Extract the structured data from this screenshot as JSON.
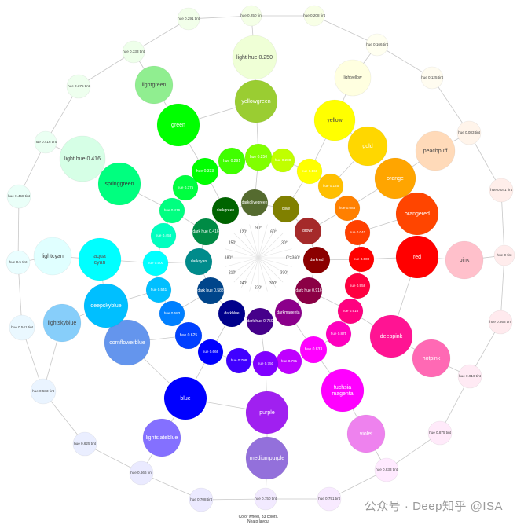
{
  "caption": {
    "line1": "Color wheel, 33 colors.",
    "line2": "Neato layout"
  },
  "watermark": "公众号 · Deep知乎 @ISA",
  "degree_labels": [
    "0°=360°",
    "30°",
    "60°",
    "90°",
    "120°",
    "150°",
    "180°",
    "210°",
    "240°",
    "270°",
    "300°",
    "330°"
  ],
  "nodes": [
    {
      "id": "n1",
      "label": "darkolivegreen",
      "fill": "#556b2f",
      "text": "#ffffff"
    },
    {
      "id": "n2",
      "label": "olive",
      "fill": "#808000",
      "text": "#ffffff"
    },
    {
      "id": "n3",
      "label": "brown",
      "fill": "#a52a2a",
      "text": "#ffffff"
    },
    {
      "id": "n4",
      "label": "darkred",
      "fill": "#8b0000",
      "text": "#ffffff"
    },
    {
      "id": "n5",
      "label": "dark hue 0.916",
      "fill": "#8b0045",
      "text": "#ffffff"
    },
    {
      "id": "n6",
      "label": "darkmagenta",
      "fill": "#8b008b",
      "text": "#ffffff"
    },
    {
      "id": "n7",
      "label": "dark hue 0.750",
      "fill": "#46008b",
      "text": "#ffffff"
    },
    {
      "id": "n8",
      "label": "darkblue",
      "fill": "#00008b",
      "text": "#ffffff"
    },
    {
      "id": "n9",
      "label": "dark hue 0.583",
      "fill": "#00458b",
      "text": "#ffffff"
    },
    {
      "id": "n10",
      "label": "darkcyan",
      "fill": "#008b8b",
      "text": "#ffffff"
    },
    {
      "id": "n11",
      "label": "dark hue 0.416",
      "fill": "#008b45",
      "text": "#ffffff"
    },
    {
      "id": "n12",
      "label": "darkgreen",
      "fill": "#006400",
      "text": "#ffffff"
    },
    {
      "id": "n13",
      "label": "hue 0.250",
      "fill": "#80ff00",
      "text": "#ffffff"
    },
    {
      "id": "n14",
      "label": "hue 0.208",
      "fill": "#c0ff00",
      "text": "#ffffff"
    },
    {
      "id": "n15",
      "label": "hue 0.166",
      "fill": "#ffff00",
      "text": "#ffffff"
    },
    {
      "id": "n16",
      "label": "hue 0.125",
      "fill": "#ffbf00",
      "text": "#ffffff"
    },
    {
      "id": "n17",
      "label": "hue 0.083",
      "fill": "#ff8000",
      "text": "#ffffff"
    },
    {
      "id": "n18",
      "label": "hue 0.041",
      "fill": "#ff4000",
      "text": "#ffffff"
    },
    {
      "id": "n19",
      "label": "hue 0.000",
      "fill": "#ff0000",
      "text": "#ffffff"
    },
    {
      "id": "n20",
      "label": "hue 0.958",
      "fill": "#ff0040",
      "text": "#ffffff"
    },
    {
      "id": "n21",
      "label": "hue 0.916",
      "fill": "#ff0080",
      "text": "#ffffff"
    },
    {
      "id": "n22",
      "label": "hue 0.875",
      "fill": "#ff00bf",
      "text": "#ffffff"
    },
    {
      "id": "n23",
      "label": "hue 0.833",
      "fill": "#ff00ff",
      "text": "#ffffff"
    },
    {
      "id": "n24",
      "label": "hue 0.791",
      "fill": "#bf00ff",
      "text": "#ffffff"
    },
    {
      "id": "n25",
      "label": "hue 0.750",
      "fill": "#8000ff",
      "text": "#ffffff"
    },
    {
      "id": "n26",
      "label": "hue 0.708",
      "fill": "#4000ff",
      "text": "#ffffff"
    },
    {
      "id": "n27",
      "label": "hue 0.666",
      "fill": "#0000ff",
      "text": "#ffffff"
    },
    {
      "id": "n28",
      "label": "hue 0.625",
      "fill": "#0040ff",
      "text": "#ffffff"
    },
    {
      "id": "n29",
      "label": "hue 0.583",
      "fill": "#0080ff",
      "text": "#ffffff"
    },
    {
      "id": "n30",
      "label": "hue 0.541",
      "fill": "#00bfff",
      "text": "#ffffff"
    },
    {
      "id": "n31",
      "label": "hue 0.500",
      "fill": "#00ffff",
      "text": "#ffffff"
    },
    {
      "id": "n32",
      "label": "hue 0.458",
      "fill": "#00ffbf",
      "text": "#ffffff"
    },
    {
      "id": "n33",
      "label": "hue 0.416",
      "fill": "#00ff80",
      "text": "#ffffff"
    },
    {
      "id": "n34",
      "label": "hue 0.375",
      "fill": "#00ff40",
      "text": "#ffffff"
    },
    {
      "id": "n35",
      "label": "hue 0.333",
      "fill": "#00ff00",
      "text": "#ffffff"
    },
    {
      "id": "n36",
      "label": "hue 0.291",
      "fill": "#40ff00",
      "text": "#ffffff"
    },
    {
      "id": "n37",
      "label": "yellowgreen",
      "fill": "#9acd32",
      "text": "#ffffff"
    },
    {
      "id": "n38",
      "label": "yellow",
      "fill": "#ffff00",
      "text": "#444444"
    },
    {
      "id": "n39",
      "label": "gold",
      "fill": "#ffd700",
      "text": "#ffffff"
    },
    {
      "id": "n40",
      "label": "orange",
      "fill": "#ffa500",
      "text": "#ffffff"
    },
    {
      "id": "n41",
      "label": "orangered",
      "fill": "#ff4500",
      "text": "#ffffff"
    },
    {
      "id": "n42",
      "label": "red",
      "fill": "#ff0000",
      "text": "#ffffff"
    },
    {
      "id": "n43",
      "label": "deeppink",
      "fill": "#ff1493",
      "text": "#ffffff"
    },
    {
      "id": "n44",
      "label": "fuchsia\nmagenta",
      "fill": "#ff00ff",
      "text": "#ffffff"
    },
    {
      "id": "n45",
      "label": "purple",
      "fill": "#a020f0",
      "text": "#ffffff"
    },
    {
      "id": "n46",
      "label": "blue",
      "fill": "#0000ff",
      "text": "#ffffff"
    },
    {
      "id": "n47",
      "label": "cornflowerblue",
      "fill": "#6495ed",
      "text": "#ffffff"
    },
    {
      "id": "n48",
      "label": "deepskyblue",
      "fill": "#00bfff",
      "text": "#ffffff"
    },
    {
      "id": "n49",
      "label": "aqua\ncyan",
      "fill": "#00ffff",
      "text": "#555555"
    },
    {
      "id": "n50",
      "label": "springgreen",
      "fill": "#00ff7f",
      "text": "#333333"
    },
    {
      "id": "n51",
      "label": "green",
      "fill": "#00ff00",
      "text": "#ffffff"
    },
    {
      "id": "n52",
      "label": "light hue 0.250",
      "fill": "#efffd6",
      "text": "#444444"
    },
    {
      "id": "n53",
      "label": "lightgreen",
      "fill": "#90ee90",
      "text": "#444444"
    },
    {
      "id": "n54",
      "label": "lightyellow",
      "fill": "#ffffe0",
      "text": "#444444"
    },
    {
      "id": "n55",
      "label": "peachpuff",
      "fill": "#ffdab9",
      "text": "#444444"
    },
    {
      "id": "n56",
      "label": "pink",
      "fill": "#ffc0cb",
      "text": "#444444"
    },
    {
      "id": "n57",
      "label": "hotpink",
      "fill": "#ff69b4",
      "text": "#ffffff"
    },
    {
      "id": "n58",
      "label": "violet",
      "fill": "#ee82ee",
      "text": "#ffffff"
    },
    {
      "id": "n59",
      "label": "mediumpurple",
      "fill": "#9370db",
      "text": "#ffffff"
    },
    {
      "id": "n60",
      "label": "lightslateblue",
      "fill": "#8470ff",
      "text": "#ffffff"
    },
    {
      "id": "n61",
      "label": "lightskyblue",
      "fill": "#87cefa",
      "text": "#444444"
    },
    {
      "id": "n62",
      "label": "lightcyan",
      "fill": "#e0ffff",
      "text": "#444444"
    },
    {
      "id": "n63",
      "label": "light hue 0.416",
      "fill": "#d6ffe6",
      "text": "#444444"
    },
    {
      "id": "n64",
      "label": "hue 0.250 tint",
      "fill": "#f4ffe6",
      "text": "#444444"
    },
    {
      "id": "n65",
      "label": "hue 0.208 tint",
      "fill": "#f8ffe6",
      "text": "#444444"
    },
    {
      "id": "n66",
      "label": "hue 0.166 tint",
      "fill": "#fffff0",
      "text": "#444444"
    },
    {
      "id": "n67",
      "label": "hue 0.125 tint",
      "fill": "#fffcf0",
      "text": "#444444"
    },
    {
      "id": "n68",
      "label": "hue 0.083 tint",
      "fill": "#fff4ea",
      "text": "#444444"
    },
    {
      "id": "n69",
      "label": "hue 0.041 tint",
      "fill": "#ffeeea",
      "text": "#444444"
    },
    {
      "id": "n70",
      "label": "hue 0 tint",
      "fill": "#ffecec",
      "text": "#444444"
    },
    {
      "id": "n71",
      "label": "hue 0.958 tint",
      "fill": "#ffeaee",
      "text": "#444444"
    },
    {
      "id": "n72",
      "label": "hue 0.916 tint",
      "fill": "#ffeaf4",
      "text": "#444444"
    },
    {
      "id": "n73",
      "label": "hue 0.875 tint",
      "fill": "#ffeafa",
      "text": "#444444"
    },
    {
      "id": "n74",
      "label": "hue 0.833 tint",
      "fill": "#ffeaff",
      "text": "#444444"
    },
    {
      "id": "n75",
      "label": "hue 0.791 tint",
      "fill": "#f8eaff",
      "text": "#444444"
    },
    {
      "id": "n76",
      "label": "hue 0.750 tint",
      "fill": "#f2eaff",
      "text": "#444444"
    },
    {
      "id": "n77",
      "label": "hue 0.708 tint",
      "fill": "#eceaff",
      "text": "#444444"
    },
    {
      "id": "n78",
      "label": "hue 0.666 tint",
      "fill": "#eaeaff",
      "text": "#444444"
    },
    {
      "id": "n79",
      "label": "hue 0.625 tint",
      "fill": "#eaeeff",
      "text": "#444444"
    },
    {
      "id": "n80",
      "label": "hue 0.583 tint",
      "fill": "#eaf4ff",
      "text": "#444444"
    },
    {
      "id": "n81",
      "label": "hue 0.541 tint",
      "fill": "#eaf8ff",
      "text": "#444444"
    },
    {
      "id": "n82",
      "label": "hue 0.5 tint",
      "fill": "#eafeff",
      "text": "#444444"
    },
    {
      "id": "n83",
      "label": "hue 0.458 tint",
      "fill": "#eafff8",
      "text": "#444444"
    },
    {
      "id": "n84",
      "label": "hue 0.416 tint",
      "fill": "#eafff2",
      "text": "#444444"
    },
    {
      "id": "n85",
      "label": "hue 0.375 tint",
      "fill": "#eeffee",
      "text": "#444444"
    },
    {
      "id": "n86",
      "label": "hue 0.333 tint",
      "fill": "#eeffea",
      "text": "#444444"
    },
    {
      "id": "n87",
      "label": "hue 0.291 tint",
      "fill": "#f2ffea",
      "text": "#444444"
    }
  ]
}
